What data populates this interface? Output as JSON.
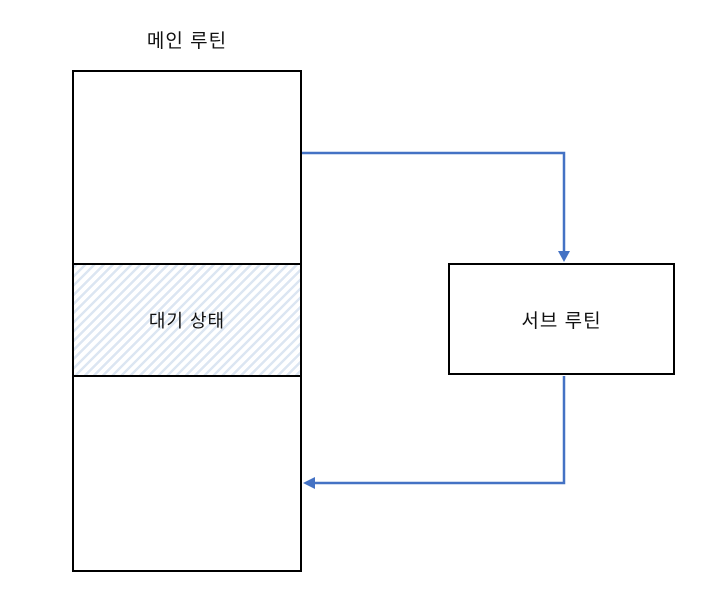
{
  "diagram": {
    "title": "메인 루틴",
    "main_routine": {
      "waiting_state_label": "대기 상태"
    },
    "sub_routine": {
      "label": "서브 루틴"
    },
    "arrows": {
      "call_arrow_description": "main-routine-to-sub-routine",
      "return_arrow_description": "sub-routine-to-main-routine"
    },
    "colors": {
      "arrow": "#4472c4",
      "hatch": "#dce6f2",
      "border": "#000000",
      "background": "#ffffff",
      "text": "#111111"
    }
  }
}
